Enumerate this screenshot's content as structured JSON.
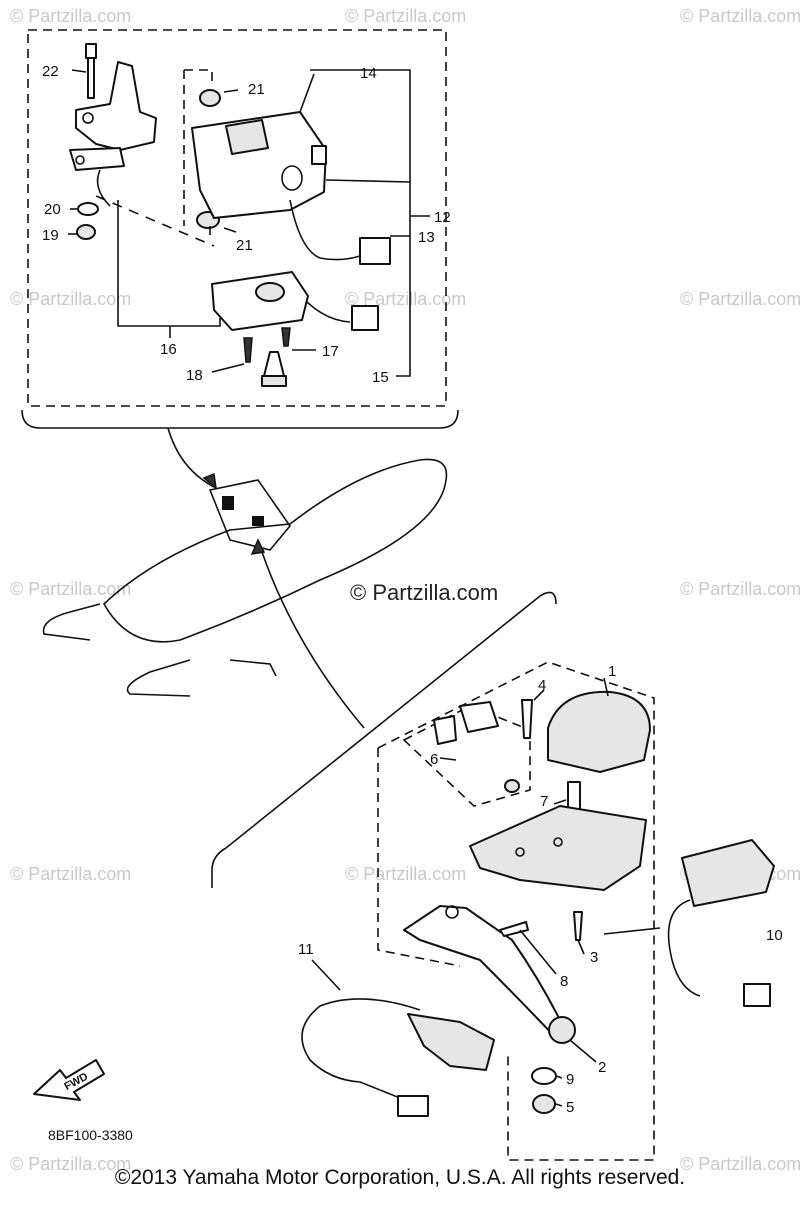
{
  "diagram": {
    "part_code": "8BF100-3380",
    "fwd_label": "FWD",
    "watermark_text": "© Partzilla.com",
    "center_watermark": "© Partzilla.com",
    "callouts": [
      "1",
      "2",
      "3",
      "4",
      "5",
      "6",
      "7",
      "8",
      "9",
      "10",
      "11",
      "12",
      "13",
      "14",
      "15",
      "16",
      "17",
      "18",
      "19",
      "20",
      "21",
      "21",
      "22"
    ]
  },
  "footer": {
    "copyright": "©2013  Yamaha Motor Corporation, U.S.A. All rights reserved."
  },
  "colors": {
    "line": "#111111",
    "watermark": "#c9c9c9",
    "background": "#ffffff"
  },
  "icons": [
    "fwd-arrow-icon"
  ]
}
